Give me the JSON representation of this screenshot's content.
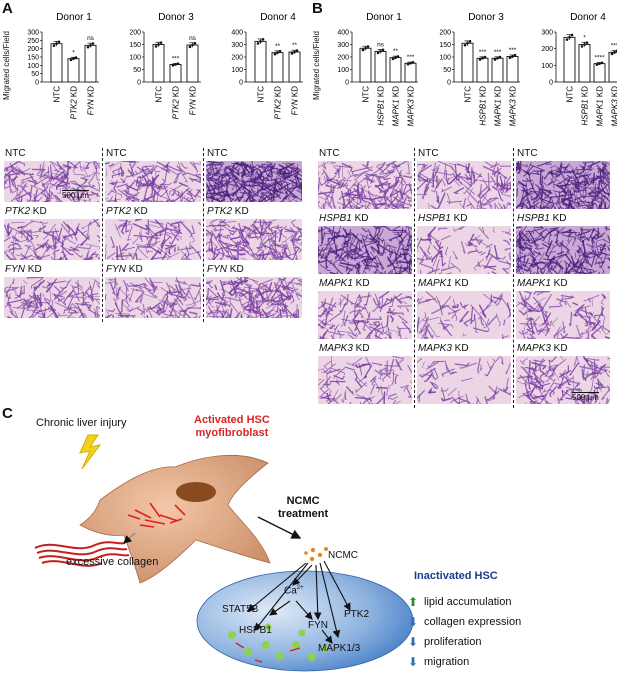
{
  "panels": {
    "A": {
      "label": "A",
      "ylabel": "Migrated cells/Field",
      "donors": [
        "Donor 1",
        "Donor 3",
        "Donor 4"
      ],
      "charts": [
        {
          "donor": "Donor 1",
          "ylim": [
            0,
            300
          ],
          "yticks": [
            0,
            50,
            100,
            150,
            200,
            250,
            300
          ],
          "categories": [
            "NTC",
            "PTK2 KD",
            "FYN KD"
          ],
          "italic": [
            false,
            true,
            true
          ],
          "values": [
            230,
            140,
            220
          ],
          "significance": [
            "",
            "*",
            "ns"
          ]
        },
        {
          "donor": "Donor 3",
          "ylim": [
            0,
            200
          ],
          "yticks": [
            0,
            50,
            100,
            150,
            200
          ],
          "categories": [
            "NTC",
            "PTK2 KD",
            "FYN KD"
          ],
          "italic": [
            false,
            true,
            true
          ],
          "values": [
            150,
            70,
            148
          ],
          "significance": [
            "",
            "***",
            "ns"
          ]
        },
        {
          "donor": "Donor 4",
          "ylim": [
            0,
            400
          ],
          "yticks": [
            0,
            100,
            200,
            300,
            400
          ],
          "categories": [
            "NTC",
            "PTK2 KD",
            "FYN KD"
          ],
          "italic": [
            false,
            true,
            true
          ],
          "values": [
            325,
            235,
            240
          ],
          "significance": [
            "",
            "**",
            "**"
          ]
        }
      ],
      "image_rows": [
        {
          "gene": "",
          "suffix": "NTC"
        },
        {
          "gene": "PTK2",
          "suffix": " KD"
        },
        {
          "gene": "FYN",
          "suffix": " KD"
        }
      ],
      "scalebar": "500 µm"
    },
    "B": {
      "label": "B",
      "ylabel": "Migrated cells/Field",
      "donors": [
        "Donor 1",
        "Donor 3",
        "Donor 4"
      ],
      "charts": [
        {
          "donor": "Donor 1",
          "ylim": [
            0,
            400
          ],
          "yticks": [
            0,
            100,
            200,
            300,
            400
          ],
          "categories": [
            "NTC",
            "HSPB1 KD",
            "MAPK1 KD",
            "MAPK3 KD"
          ],
          "italic": [
            false,
            true,
            true,
            true
          ],
          "values": [
            270,
            245,
            195,
            150
          ],
          "significance": [
            "",
            "ns",
            "**",
            "***"
          ]
        },
        {
          "donor": "Donor 3",
          "ylim": [
            0,
            200
          ],
          "yticks": [
            0,
            50,
            100,
            150,
            200
          ],
          "categories": [
            "NTC",
            "HSPB1 KD",
            "MAPK1 KD",
            "MAPK3 KD"
          ],
          "italic": [
            false,
            true,
            true,
            true
          ],
          "values": [
            155,
            95,
            95,
            102
          ],
          "significance": [
            "",
            "***",
            "***",
            "***"
          ]
        },
        {
          "donor": "Donor 4",
          "ylim": [
            0,
            300
          ],
          "yticks": [
            0,
            100,
            200,
            300
          ],
          "categories": [
            "NTC",
            "HSPB1 KD",
            "MAPK1 KD",
            "MAPK3 KD"
          ],
          "italic": [
            false,
            true,
            true,
            true
          ],
          "values": [
            268,
            225,
            110,
            178
          ],
          "significance": [
            "",
            "*",
            "****",
            "***"
          ]
        }
      ],
      "image_rows": [
        {
          "gene": "",
          "suffix": "NTC"
        },
        {
          "gene": "HSPB1",
          "suffix": " KD"
        },
        {
          "gene": "MAPK1",
          "suffix": " KD"
        },
        {
          "gene": "MAPK3",
          "suffix": " KD"
        }
      ],
      "scalebar": "500 µm"
    },
    "C": {
      "label": "C",
      "injury": "Chronic liver injury",
      "activated_title_1": "Activated HSC",
      "activated_title_2": "myofibroblast",
      "collagen": "excessive collagen",
      "treatment_1": "NCMC",
      "treatment_2": "treatment",
      "ncmc": "NCMC",
      "targets": {
        "stat5b": "STAT5B",
        "hspb1": "HSPB1",
        "ca": "Ca",
        "ca_sup": "2+",
        "fyn": "FYN",
        "ptk2": "PTK2",
        "mapk": "MAPK1/3"
      },
      "inactivated_title": "Inactivated HSC",
      "effects": [
        {
          "dir": "up",
          "text": "lipid accumulation"
        },
        {
          "dir": "down",
          "text": "collagen expression"
        },
        {
          "dir": "down",
          "text": "proliferation"
        },
        {
          "dir": "down",
          "text": "migration"
        }
      ],
      "colors": {
        "activated": "#d62728",
        "inactivated": "#1f3b8f",
        "up": "#2e8b2e",
        "down": "#2f6db5"
      }
    }
  }
}
